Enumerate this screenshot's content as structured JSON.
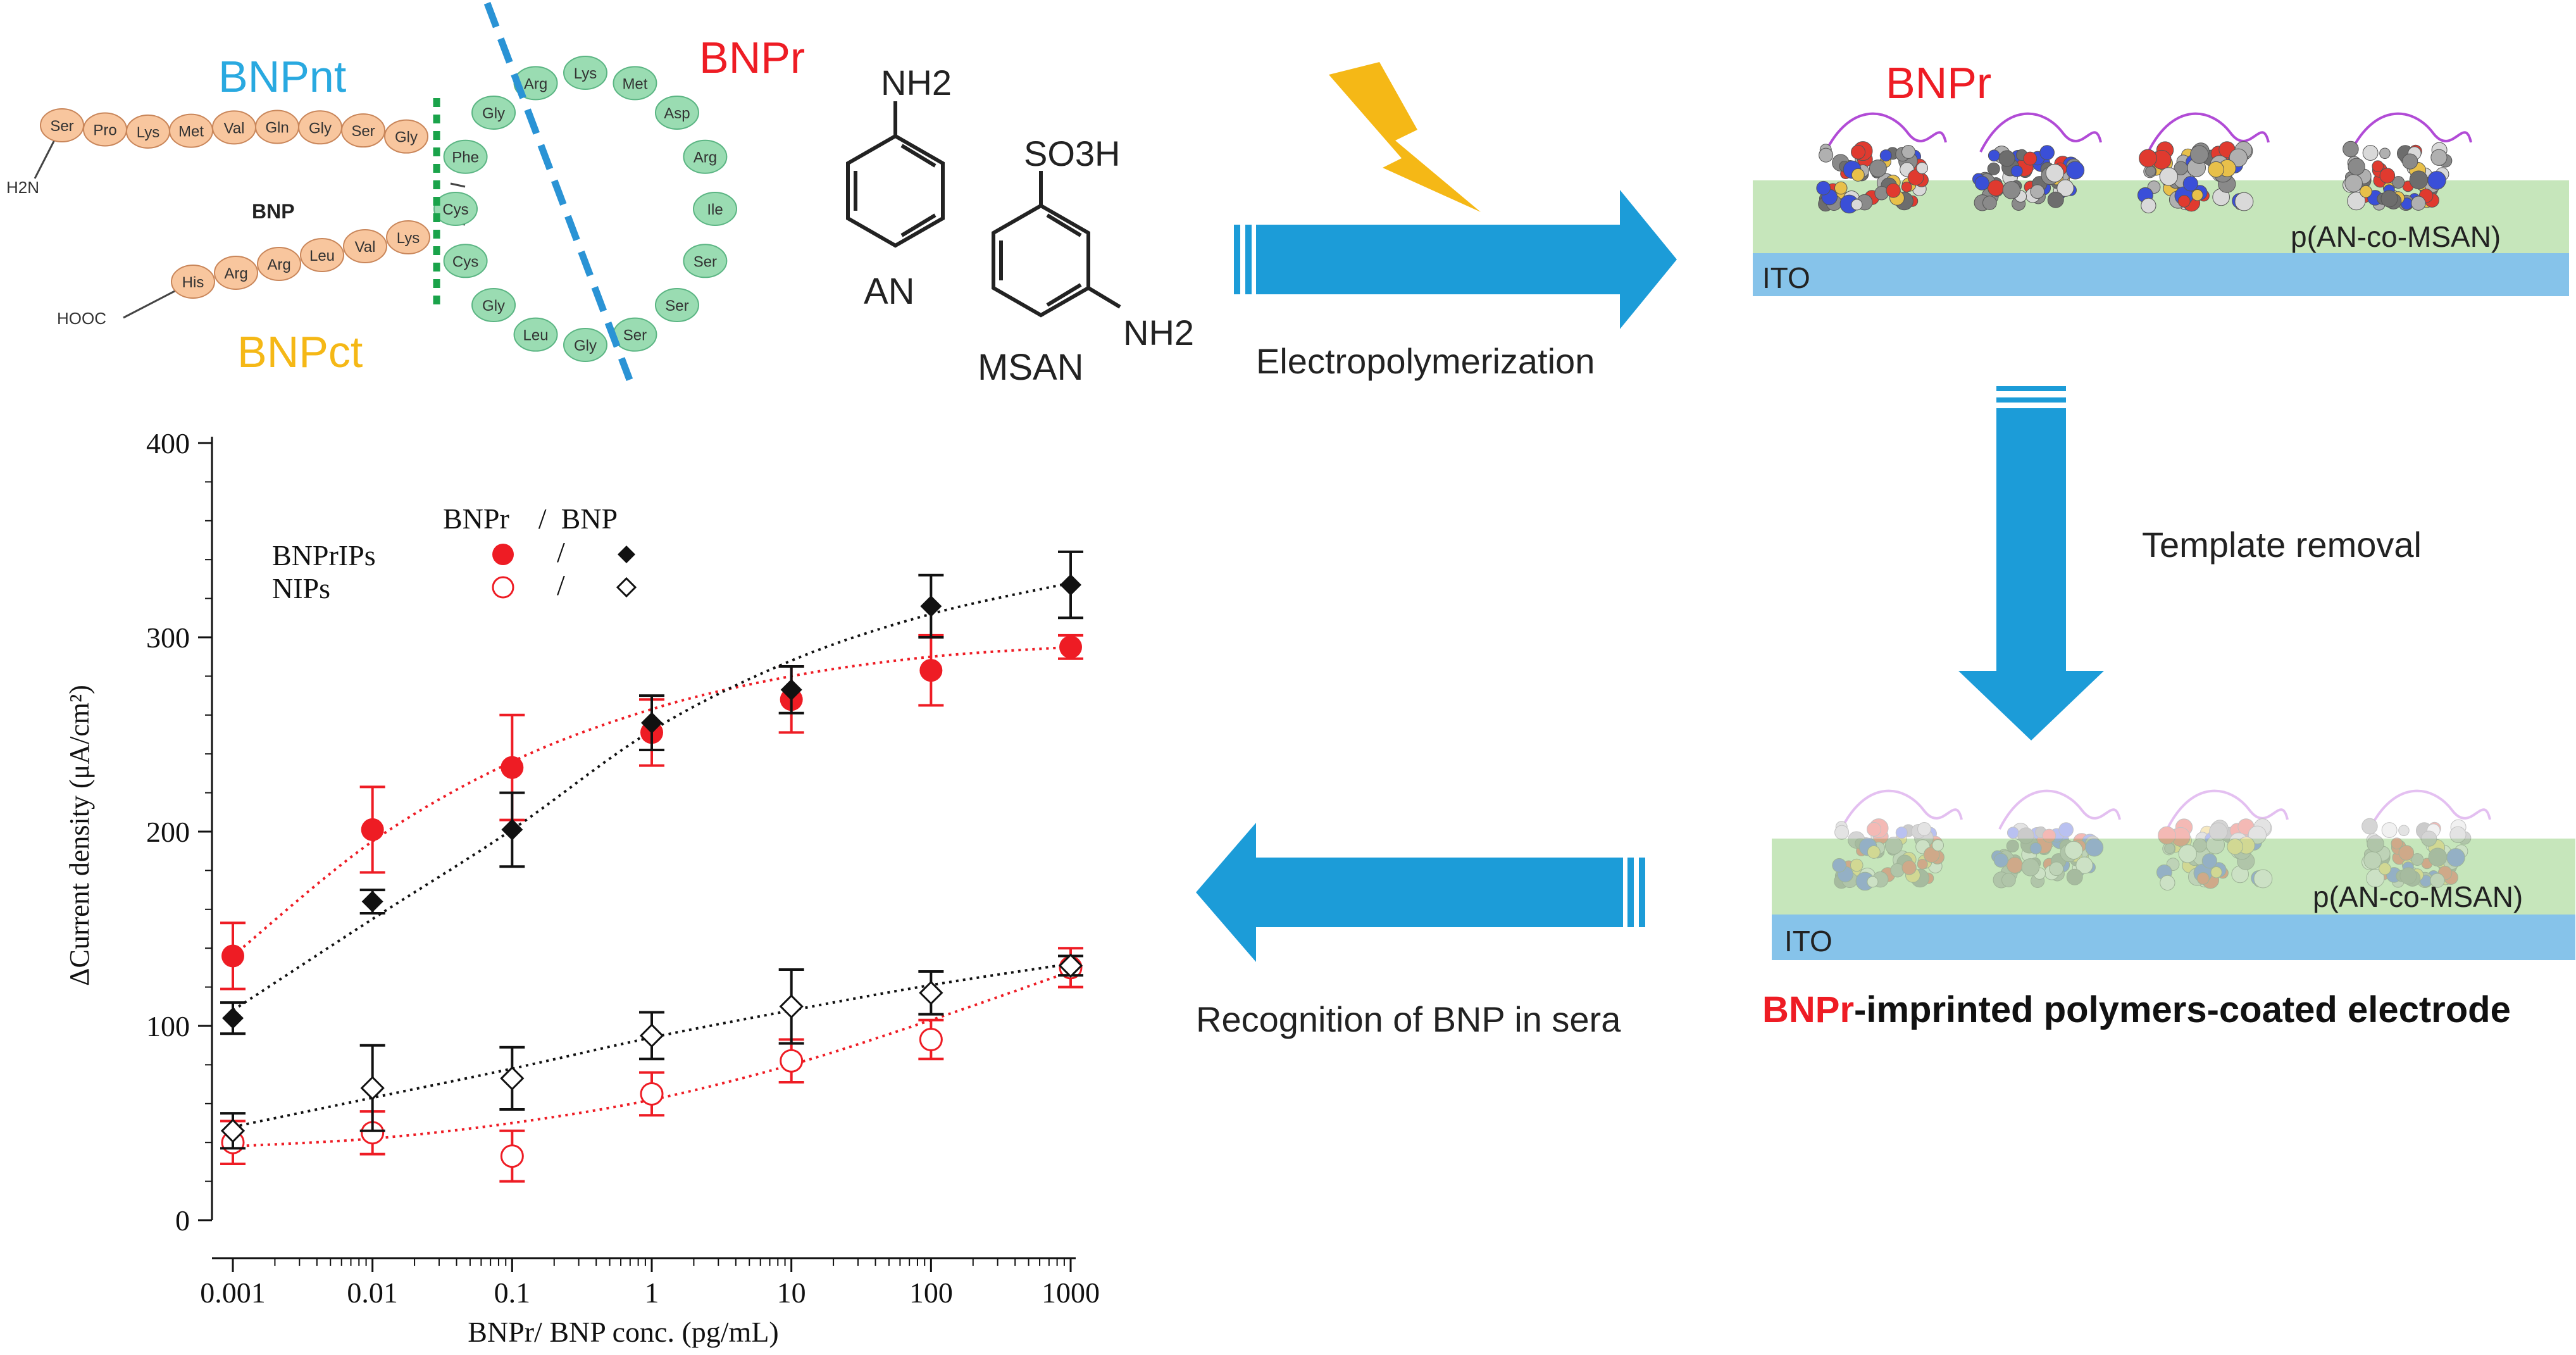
{
  "colors": {
    "red": "#ee1c24",
    "black": "#111111",
    "cyan": "#29a9e0",
    "yellow": "#f5b816",
    "blue_arrow": "#1c9cd8",
    "polymer_green": "#c6e6bb",
    "ito_blue": "#86c3ea",
    "bead_orange": "#f8c69e",
    "bead_green": "#9adcb2"
  },
  "peptide": {
    "label_nt": "BNPnt",
    "label_ct": "BNPct",
    "label_r": "BNPr",
    "center": "BNP",
    "n_term": "H2N",
    "c_term": "HOOC",
    "nt_residues": [
      "Ser",
      "Pro",
      "Lys",
      "Met",
      "Val",
      "Gln",
      "Gly",
      "Ser",
      "Gly"
    ],
    "ct_residues": [
      "His",
      "Arg",
      "Arg",
      "Leu",
      "Val",
      "Lys"
    ],
    "ring_residues": [
      "Cys",
      "Phe",
      "Gly",
      "Arg",
      "Lys",
      "Met",
      "Asp",
      "Arg",
      "Ile",
      "Ser",
      "Ser",
      "Ser",
      "Gly",
      "Leu",
      "Gly",
      "Cys"
    ]
  },
  "monomers": {
    "an_group": "NH2",
    "an_name": "AN",
    "msan_group_top": "SO3H",
    "msan_group_side": "NH2",
    "msan_name": "MSAN"
  },
  "steps": {
    "electro": "Electropolymerization",
    "template": "Template removal",
    "recognition": "Recognition of BNP in sera"
  },
  "electrodes": {
    "top_title": "BNPr",
    "layer": "p(AN-co-MSAN)",
    "substrate": "ITO",
    "caption_red": "BNPr",
    "caption_rest": "-imprinted polymers-coated electrode"
  },
  "chart_data": {
    "type": "scatter",
    "x_scale": "log",
    "x": [
      0.001,
      0.01,
      0.1,
      1,
      10,
      100,
      1000
    ],
    "x_tick_labels": [
      "0.001",
      "0.01",
      "0.1",
      "1",
      "10",
      "100",
      "1000"
    ],
    "ylim": [
      0,
      400
    ],
    "y_ticks": [
      0,
      100,
      200,
      300,
      400
    ],
    "xlabel": "BNPr/ BNP conc. (pg/mL)",
    "ylabel": "ΔCurrent density (μA/cm²)",
    "legend_header": "BNPr    /  BNP",
    "legend_rows": [
      "BNPrIPs",
      "NIPs"
    ],
    "legend_slash": "/",
    "series": [
      {
        "group": "BNPrIPs",
        "analyte": "BNPr",
        "marker": "filled-circle",
        "color": "#ee1c24",
        "values": [
          136,
          201,
          233,
          251,
          268,
          283,
          295
        ],
        "err": [
          17,
          22,
          27,
          17,
          17,
          18,
          6
        ]
      },
      {
        "group": "BNPrIPs",
        "analyte": "BNP",
        "marker": "filled-diamond",
        "color": "#111111",
        "values": [
          104,
          164,
          201,
          256,
          273,
          316,
          327
        ],
        "err": [
          8,
          6,
          19,
          14,
          12,
          16,
          17
        ]
      },
      {
        "group": "NIPs",
        "analyte": "BNPr",
        "marker": "open-circle",
        "color": "#ee1c24",
        "values": [
          40,
          45,
          33,
          65,
          82,
          93,
          130
        ],
        "err": [
          11,
          11,
          13,
          11,
          11,
          10,
          10
        ]
      },
      {
        "group": "NIPs",
        "analyte": "BNP",
        "marker": "open-diamond",
        "color": "#111111",
        "values": [
          46,
          68,
          73,
          95,
          110,
          117,
          131
        ],
        "err": [
          9,
          22,
          16,
          12,
          19,
          11,
          5
        ]
      }
    ],
    "fits": [
      {
        "color": "#ee1c24",
        "values": [
          136,
          195,
          236,
          263,
          280,
          290,
          295
        ]
      },
      {
        "color": "#111111",
        "values": [
          108,
          155,
          201,
          252,
          288,
          312,
          328
        ]
      },
      {
        "color": "#ee1c24",
        "values": [
          38,
          42,
          50,
          62,
          80,
          103,
          128
        ]
      },
      {
        "color": "#111111",
        "values": [
          48,
          63,
          78,
          94,
          108,
          121,
          132
        ]
      }
    ]
  }
}
